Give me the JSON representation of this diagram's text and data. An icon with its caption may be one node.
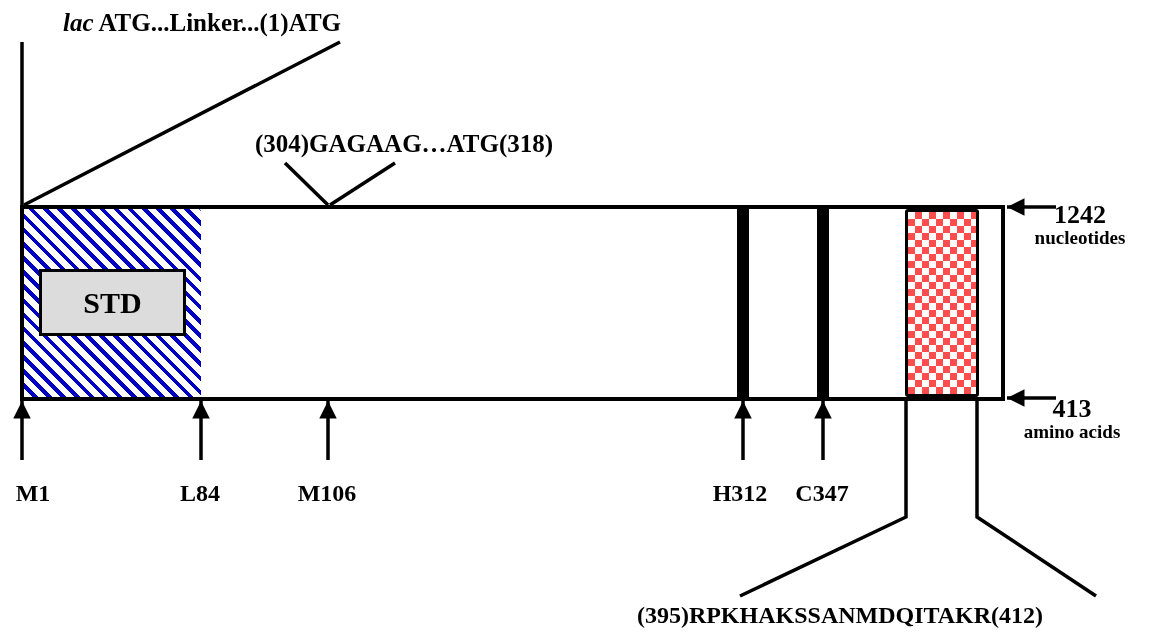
{
  "diagram": {
    "nodes": [
      {
        "text": [],
        "shape": "bar"
      },
      {
        "text": [],
        "shape": "box",
        "in": 0
      },
      {
        "text": [
          "STD"
        ],
        "in": 1
      },
      {
        "text": [],
        "shape": "bar",
        "in": 0
      },
      {
        "text": [],
        "shape": "bar",
        "in": 0
      },
      {
        "text": [],
        "shape": "box",
        "in": 0
      },
      {
        "text": [
          "*lac* ATG...Linker...(1)ATG"
        ]
      },
      {
        "text": [
          "(304)GAGAAG…ATG(318)"
        ]
      },
      {
        "text": [
          "1242",
          "nucleotides"
        ]
      },
      {
        "text": [
          "413",
          "amino acids"
        ]
      },
      {
        "text": [
          "M1"
        ]
      },
      {
        "text": [
          "L84"
        ]
      },
      {
        "text": [
          "M106"
        ]
      },
      {
        "text": [
          "H312"
        ]
      },
      {
        "text": [
          "C347"
        ]
      },
      {
        "text": [
          "(395)RPKHAKSSANMDQITAKR(412)"
        ]
      }
    ],
    "edges": [
      {
        "from": 6,
        "to": 0,
        "arrow": "none"
      },
      {
        "from": 6,
        "to": 0,
        "arrow": "none"
      },
      {
        "from": 7,
        "to": 0,
        "arrow": "none"
      },
      {
        "from": 7,
        "to": 0,
        "arrow": "none"
      },
      {
        "from": 8,
        "to": 0,
        "arrow": "to"
      },
      {
        "from": 9,
        "to": 0,
        "arrow": "to"
      },
      {
        "from": 10,
        "to": 1,
        "arrow": "to"
      },
      {
        "from": 11,
        "to": 1,
        "arrow": "to"
      },
      {
        "from": 12,
        "to": 0,
        "arrow": "to"
      },
      {
        "from": 13,
        "to": 3,
        "arrow": "to"
      },
      {
        "from": 14,
        "to": 4,
        "arrow": "to"
      },
      {
        "from": 15,
        "to": 5,
        "arrow": "none"
      },
      {
        "from": 15,
        "to": 5,
        "arrow": "none"
      }
    ]
  }
}
